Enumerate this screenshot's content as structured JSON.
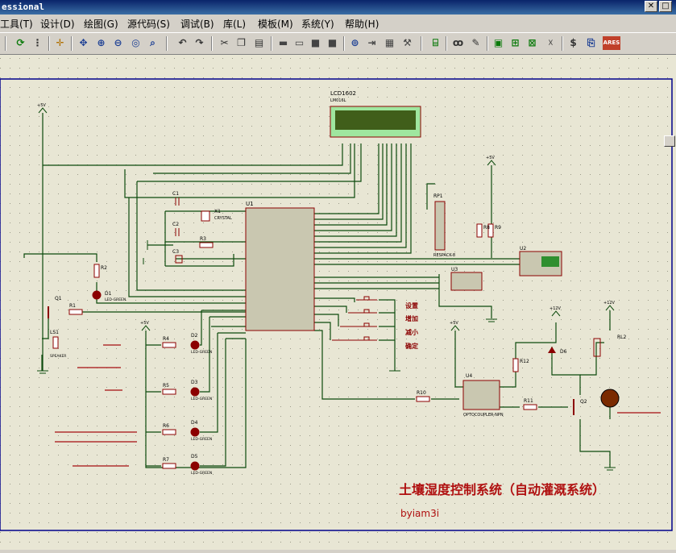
{
  "window": {
    "title": "essional"
  },
  "menu": {
    "items": [
      {
        "label": "工具(T)"
      },
      {
        "label": "设计(D)"
      },
      {
        "label": "绘图(G)"
      },
      {
        "label": "源代码(S)"
      },
      {
        "label": "调试(B)"
      },
      {
        "label": "库(L)"
      },
      {
        "label": "模板(M)"
      },
      {
        "label": "系统(Y)"
      },
      {
        "label": "帮助(H)"
      }
    ]
  },
  "toolbar": {
    "icons": [
      "refresh-icon",
      "grid-icon",
      "origin-icon",
      "pan-icon",
      "zoom-in-icon",
      "zoom-out-icon",
      "zoom-all-icon",
      "zoom-area-icon",
      "undo-icon",
      "redo-icon",
      "cut-icon",
      "copy-icon",
      "paste-icon",
      "block-copy-icon",
      "block-move-icon",
      "block-rotate-icon",
      "block-delete-icon",
      "pick-device-icon",
      "make-device-icon",
      "packaging-icon",
      "decompose-icon",
      "wire-autoroute-icon",
      "search-icon",
      "property-tool-icon",
      "new-sheet-icon",
      "remove-sheet-icon",
      "exit-to-parent-icon",
      "bill-of-materials-icon",
      "electrical-check-icon",
      "ares-icon"
    ],
    "ares_label": "ARES"
  },
  "schematic": {
    "title": "土壤湿度控制系统（自动灌溉系统）",
    "author": "byiam3i",
    "components": {
      "lcd": "LCD1602",
      "lcd_sub": "LM016L",
      "mcu": "U1",
      "crystal": "X1",
      "crystal_val": "CRYSTAL",
      "c1": "C1",
      "c2": "C2",
      "c3": "C3",
      "r1": "R1",
      "r2": "R2",
      "r3": "R3",
      "r4": "R4",
      "r5": "R5",
      "r6": "R6",
      "r7": "R7",
      "r8": "R8",
      "r9": "R9",
      "r10": "R10",
      "r11": "R11",
      "r12": "R12",
      "rp1": "RP1",
      "rp1_val": "RESPACK-8",
      "q1": "Q1",
      "q2": "Q2",
      "d1": "D1",
      "d2": "D2",
      "d3": "D3",
      "d4": "D4",
      "d5": "D5",
      "d6": "D6",
      "led_green": "LED-GREEN",
      "ls1": "LS1",
      "speaker": "SPEAKER",
      "u2": "U2",
      "u3": "U3",
      "u4": "U4",
      "u4_val": "OPTOCOUPLER-NPN",
      "rl2": "RL2",
      "vcc": "+5V",
      "vcc12": "+12V"
    },
    "buttons": [
      "设置",
      "增加",
      "减小",
      "确定"
    ]
  }
}
